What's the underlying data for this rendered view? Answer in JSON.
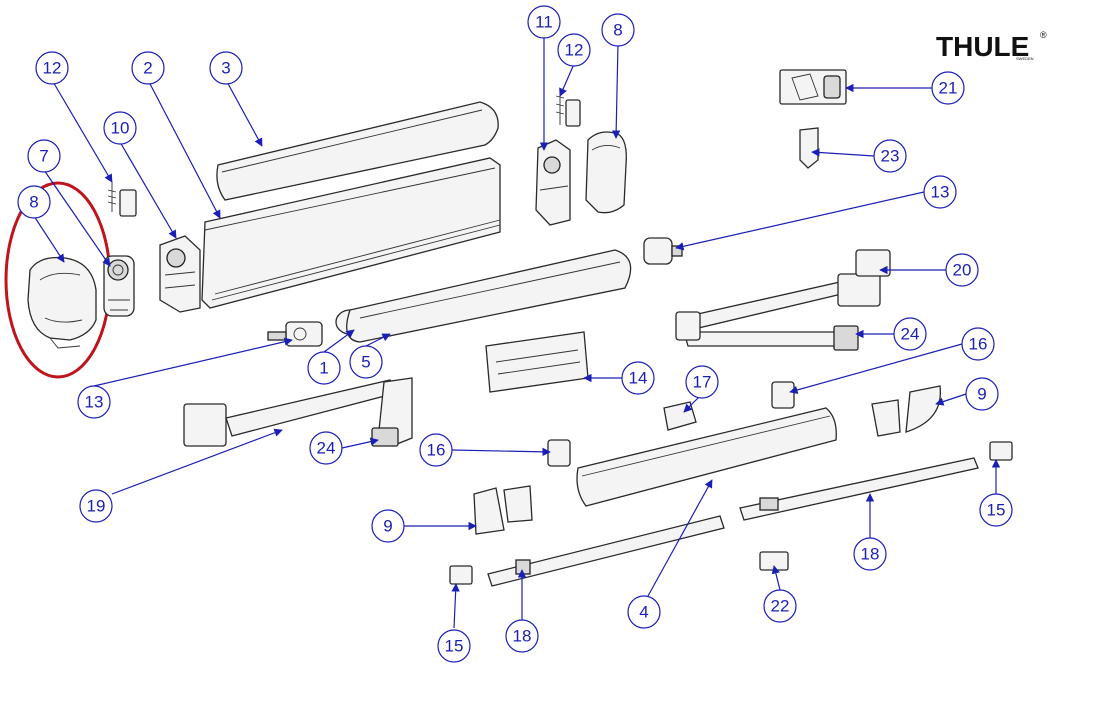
{
  "brand": {
    "name": "THULE",
    "registered_mark": "®",
    "sub_text": "SWEDEN"
  },
  "highlight_color": "#c0141c",
  "callout_color": "#1a1fb5",
  "callouts": [
    "12",
    "2",
    "3",
    "10",
    "7",
    "8",
    "11",
    "12",
    "8",
    "21",
    "23",
    "13",
    "20",
    "24",
    "13",
    "1",
    "5",
    "14",
    "16",
    "17",
    "16",
    "9",
    "24",
    "19",
    "9",
    "15",
    "18",
    "4",
    "18",
    "22",
    "15"
  ]
}
